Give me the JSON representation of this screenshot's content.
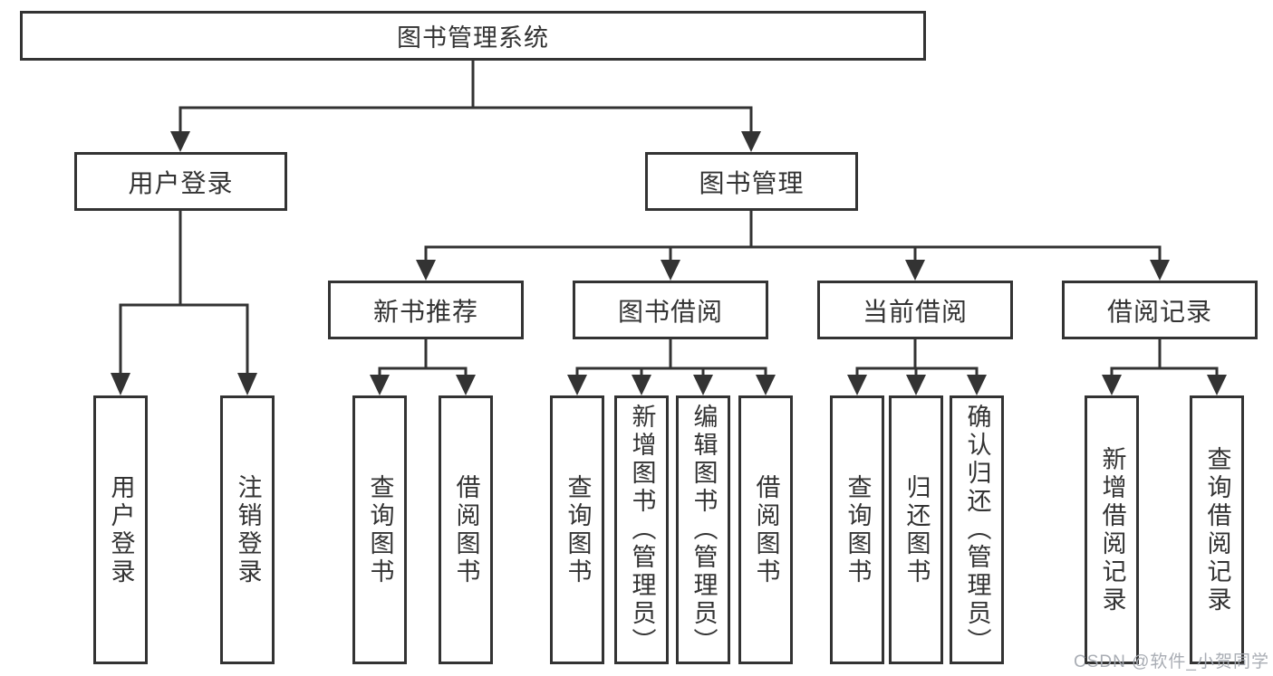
{
  "diagram": {
    "root": {
      "label": "图书管理系统"
    },
    "branches": [
      {
        "label": "用户登录",
        "leaves": [
          {
            "label": "用户登录"
          },
          {
            "label": "注销登录"
          }
        ]
      },
      {
        "label": "图书管理",
        "sections": [
          {
            "label": "新书推荐",
            "leaves": [
              {
                "label": "查询图书"
              },
              {
                "label": "借阅图书"
              }
            ]
          },
          {
            "label": "图书借阅",
            "leaves": [
              {
                "label": "查询图书"
              },
              {
                "label": "新增图书（管理员）"
              },
              {
                "label": "编辑图书（管理员）"
              },
              {
                "label": "借阅图书"
              }
            ]
          },
          {
            "label": "当前借阅",
            "leaves": [
              {
                "label": "查询图书"
              },
              {
                "label": "归还图书"
              },
              {
                "label": "确认归还（管理员）"
              }
            ]
          },
          {
            "label": "借阅记录",
            "leaves": [
              {
                "label": "新增借阅记录"
              },
              {
                "label": "查询借阅记录"
              }
            ]
          }
        ]
      }
    ],
    "watermark": {
      "text": "CSDN @软件_小贺同学"
    }
  },
  "colors": {
    "line": "#333333",
    "text": "#333333",
    "watermark_text": "#a4a9b0",
    "background": "#ffffff"
  }
}
